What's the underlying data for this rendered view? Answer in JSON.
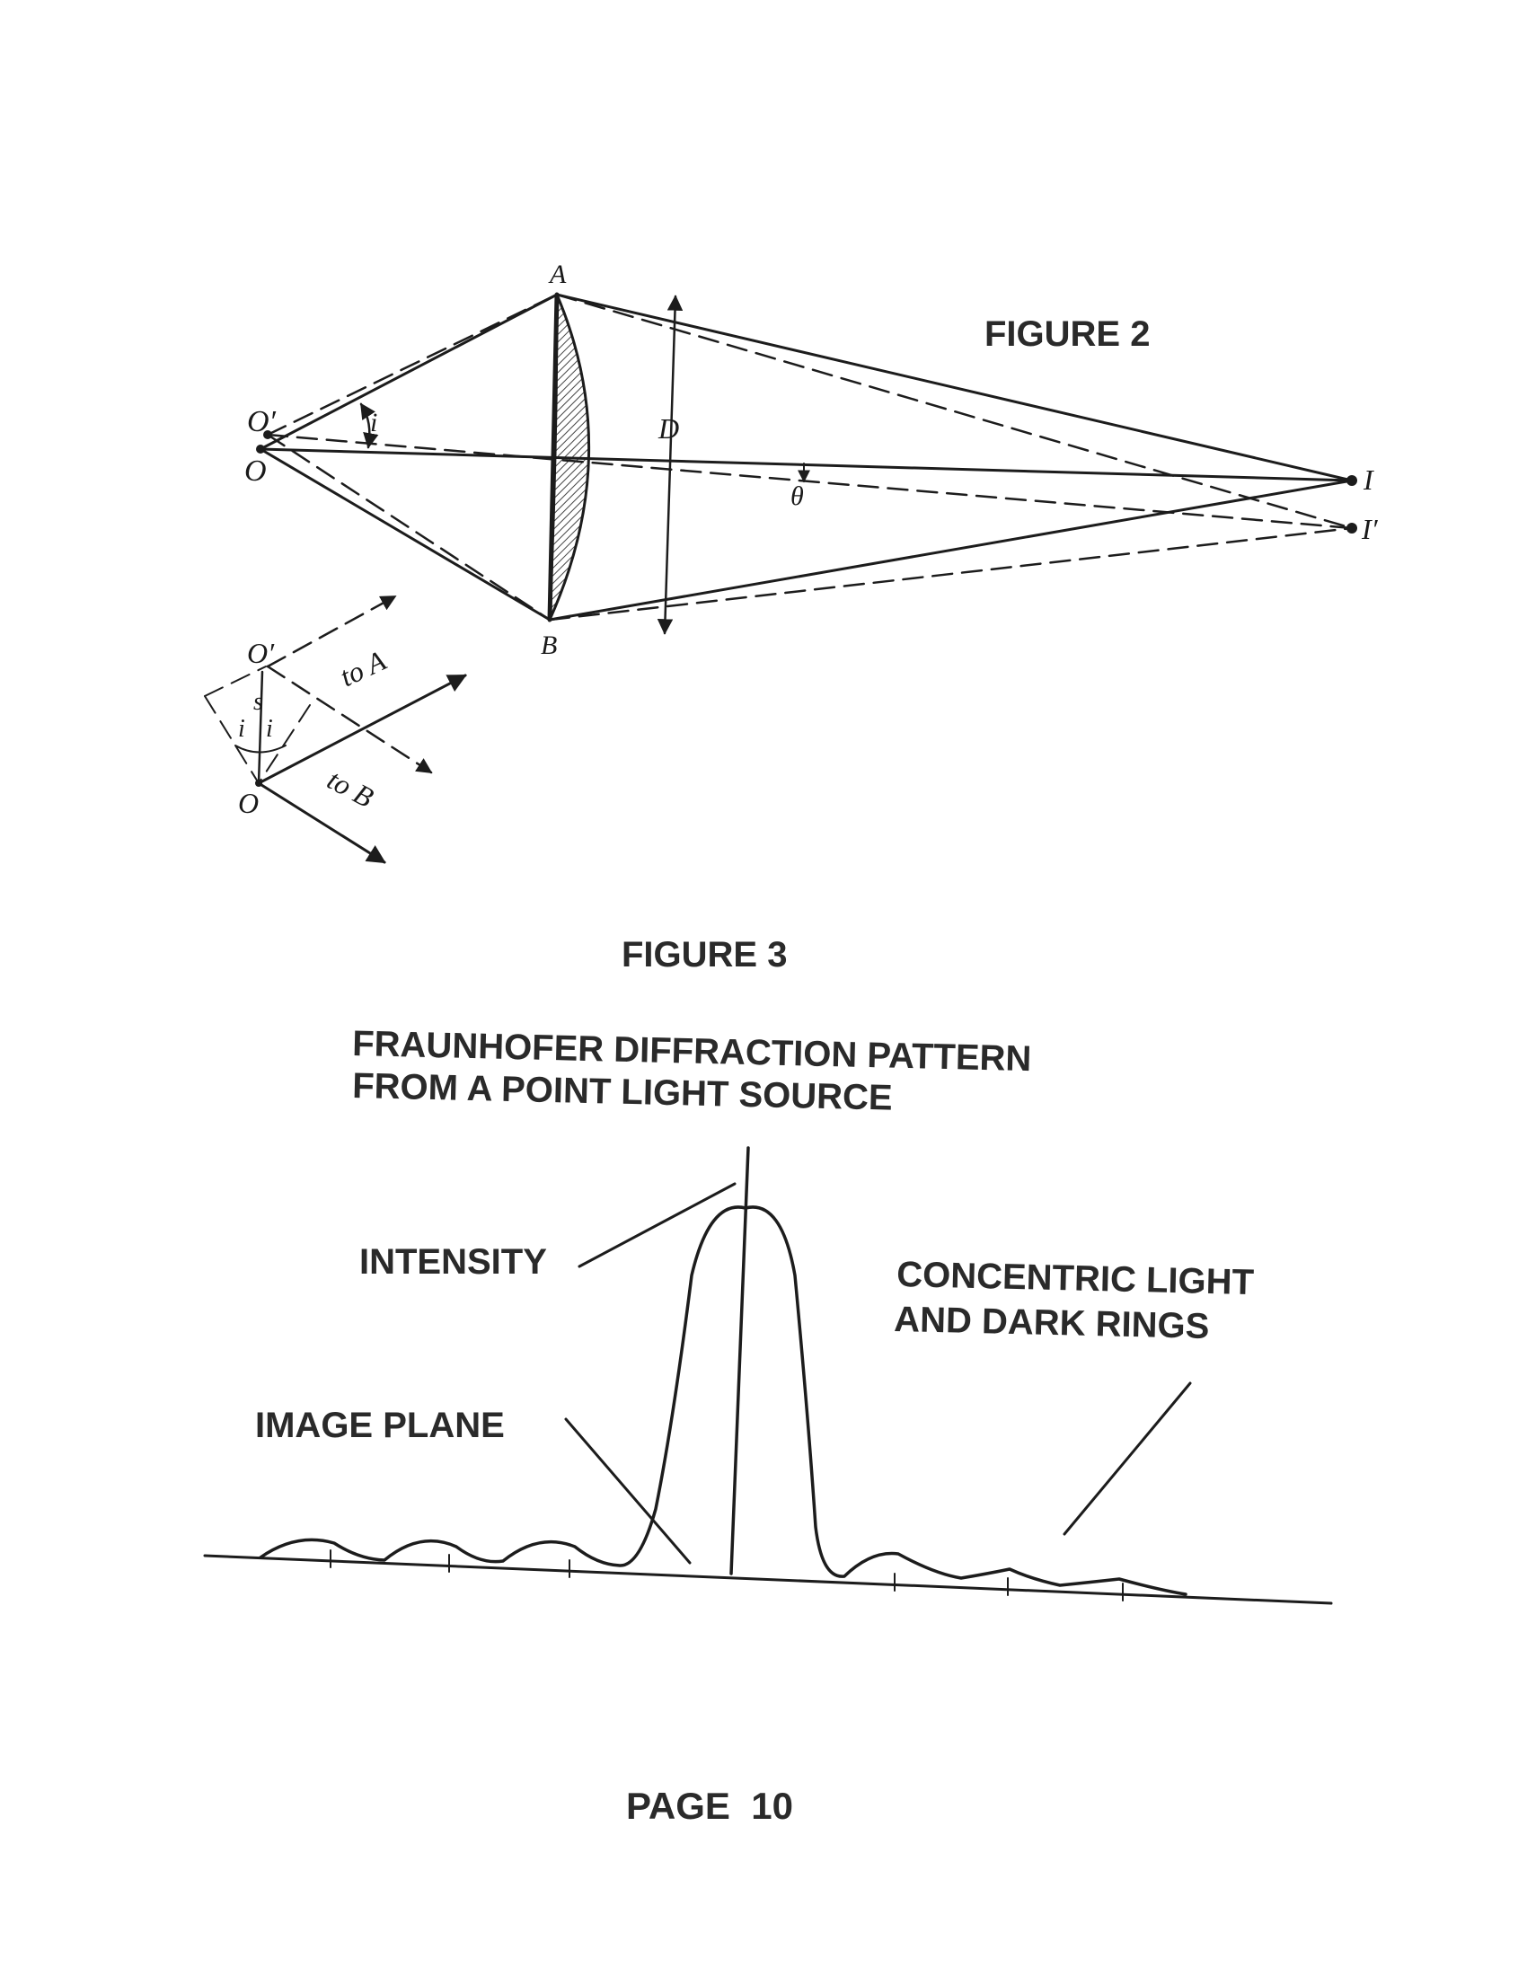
{
  "figure2": {
    "caption": "FIGURE 2",
    "labels": {
      "A": "A",
      "B": "B",
      "O": "O",
      "O_prime": "O′",
      "I": "I",
      "I_prime": "I′",
      "D": "D",
      "theta": "θ",
      "i": "i"
    },
    "inset": {
      "O_prime": "O′",
      "O": "O",
      "s": "s",
      "i_left": "i",
      "i_right": "i",
      "to_A": "to A",
      "to_B": "to B"
    }
  },
  "figure3": {
    "caption": "FIGURE 3",
    "title_line1": "FRAUNHOFER DIFFRACTION PATTERN",
    "title_line2": "FROM A POINT LIGHT SOURCE",
    "label_intensity": "INTENSITY",
    "label_rings_line1": "CONCENTRIC LIGHT",
    "label_rings_line2": "AND DARK RINGS",
    "label_image_plane": "IMAGE PLANE"
  },
  "footer": {
    "page_label": "PAGE  10"
  }
}
